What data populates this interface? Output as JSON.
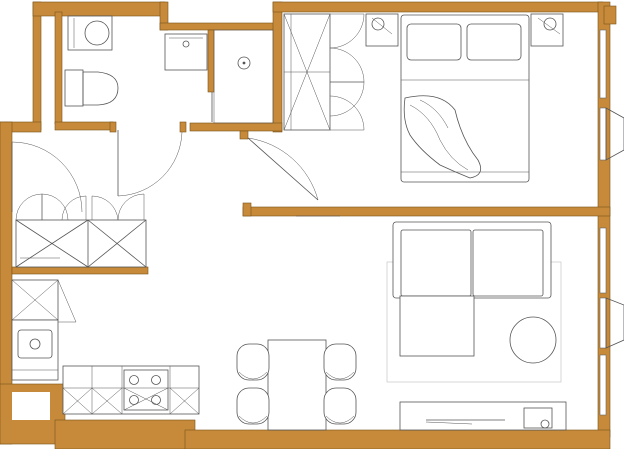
{
  "colors": {
    "wall": "#c68a3a",
    "line": "#555555",
    "background": "#ffffff"
  },
  "rooms": [
    "bathroom",
    "bedroom",
    "hallway",
    "living-room",
    "kitchen"
  ],
  "fixtures": [
    "washing-machine-icon",
    "toilet-icon",
    "sink-icon",
    "shower-drain-icon",
    "wardrobe-icon",
    "double-bed-icon",
    "nightstand-icon",
    "sofa-icon",
    "round-table-icon",
    "dining-table-icon",
    "dining-chair-icon",
    "kitchen-sink-icon",
    "cooktop-icon",
    "tv-stand-icon"
  ]
}
